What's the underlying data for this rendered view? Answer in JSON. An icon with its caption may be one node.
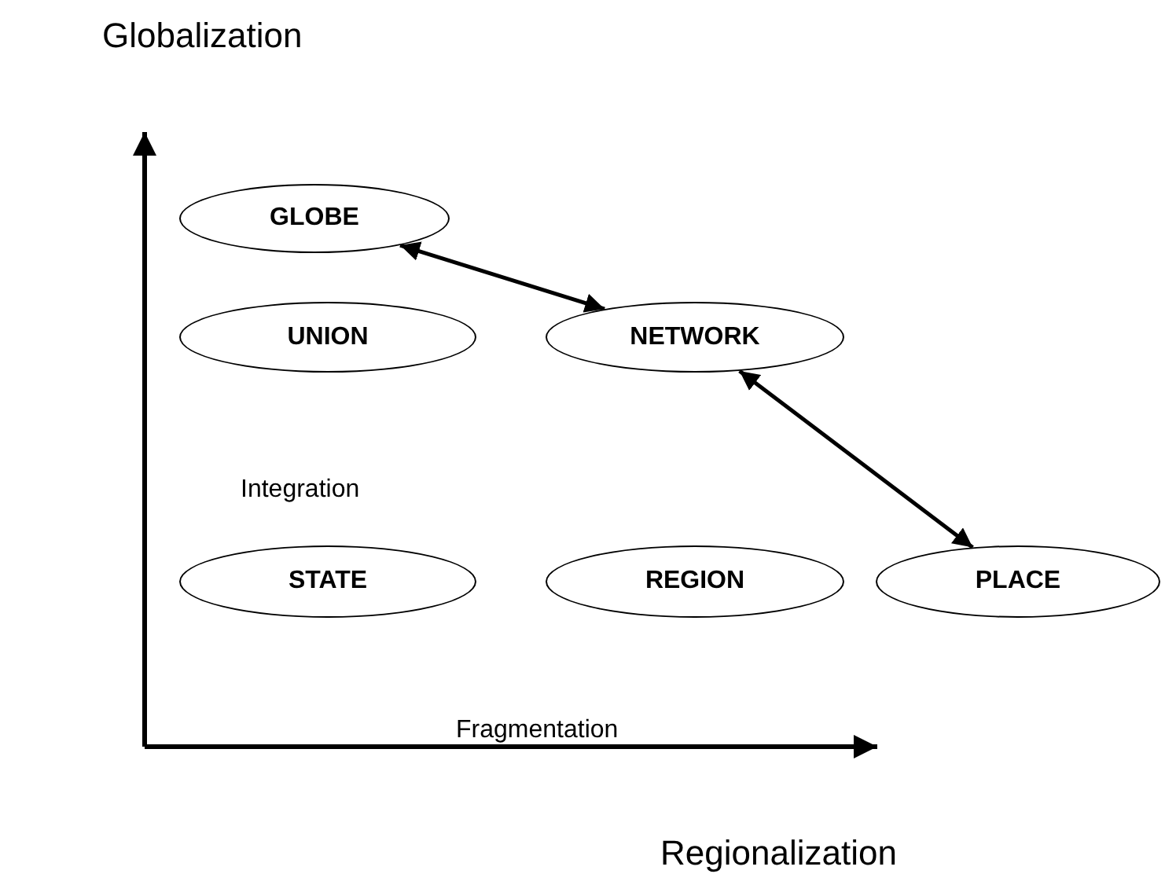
{
  "diagram": {
    "nodes": [
      {
        "text": [
          "GLOBE"
        ]
      },
      {
        "text": [
          "UNION"
        ]
      },
      {
        "text": [
          "NETWORK"
        ]
      },
      {
        "text": [
          "STATE"
        ]
      },
      {
        "text": [
          "REGION"
        ]
      },
      {
        "text": [
          "PLACE"
        ]
      }
    ],
    "edges": [
      {
        "from": 0,
        "to": 2,
        "arrow": "both"
      },
      {
        "from": 2,
        "to": 5,
        "arrow": "both"
      }
    ],
    "labels": [
      "Globalization",
      "Integration",
      "Fragmentation",
      "Regionalization"
    ]
  }
}
